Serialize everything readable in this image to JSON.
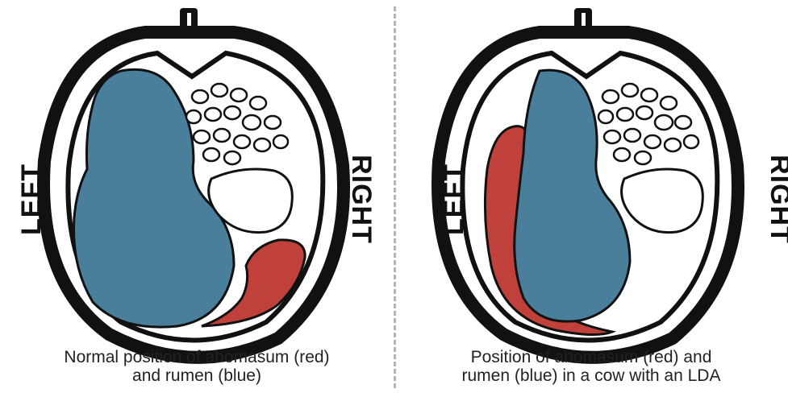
{
  "panels": [
    {
      "left_label": "LEFT",
      "right_label": "RIGHT",
      "caption_line1": "Normal position of abomasum (red)",
      "caption_line2": "and rumen (blue)"
    },
    {
      "left_label": "LEFT",
      "right_label": "RIGHT",
      "caption_line1": "Position of abomasum (red) and",
      "caption_line2": "rumen (blue) in a cow with an LDA"
    }
  ],
  "colors": {
    "rumen": "#4a7f9c",
    "abomasum": "#c0413b",
    "outline": "#111111"
  }
}
